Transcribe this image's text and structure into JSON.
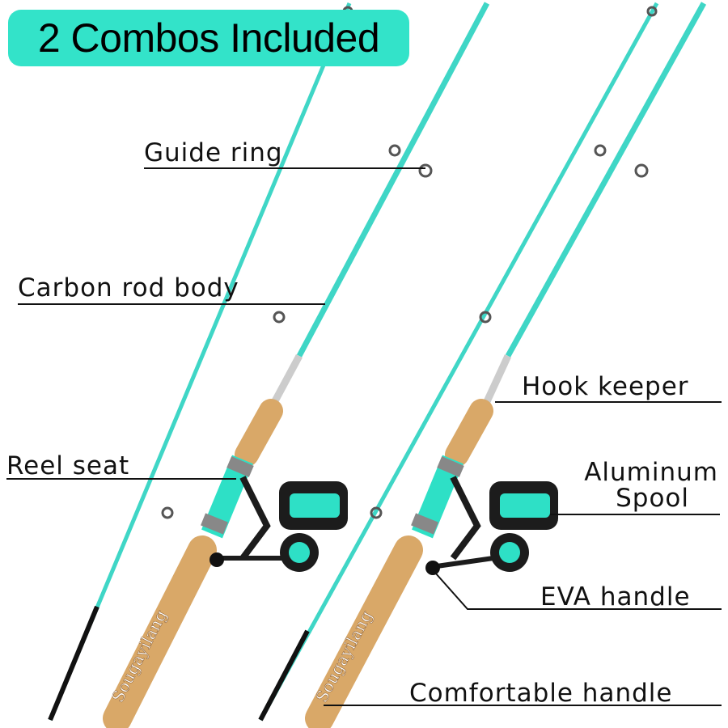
{
  "badge": {
    "text": "2 Combos Included",
    "color": "#33e3c9"
  },
  "labels": {
    "guide_ring": "Guide ring",
    "carbon_rod_body": "Carbon rod body",
    "reel_seat": "Reel seat",
    "hook_keeper": "Hook keeper",
    "aluminum_spool_line1": "Aluminum",
    "aluminum_spool_line2": "Spool",
    "eva_handle": "EVA handle",
    "comfortable_handle": "Comfortable handle"
  },
  "brand": "Sougayilang",
  "colors": {
    "rod": "#3fd6c6",
    "cork": "#d9a868",
    "reel": "#1c1c1c",
    "accent": "#2ee0c6"
  }
}
